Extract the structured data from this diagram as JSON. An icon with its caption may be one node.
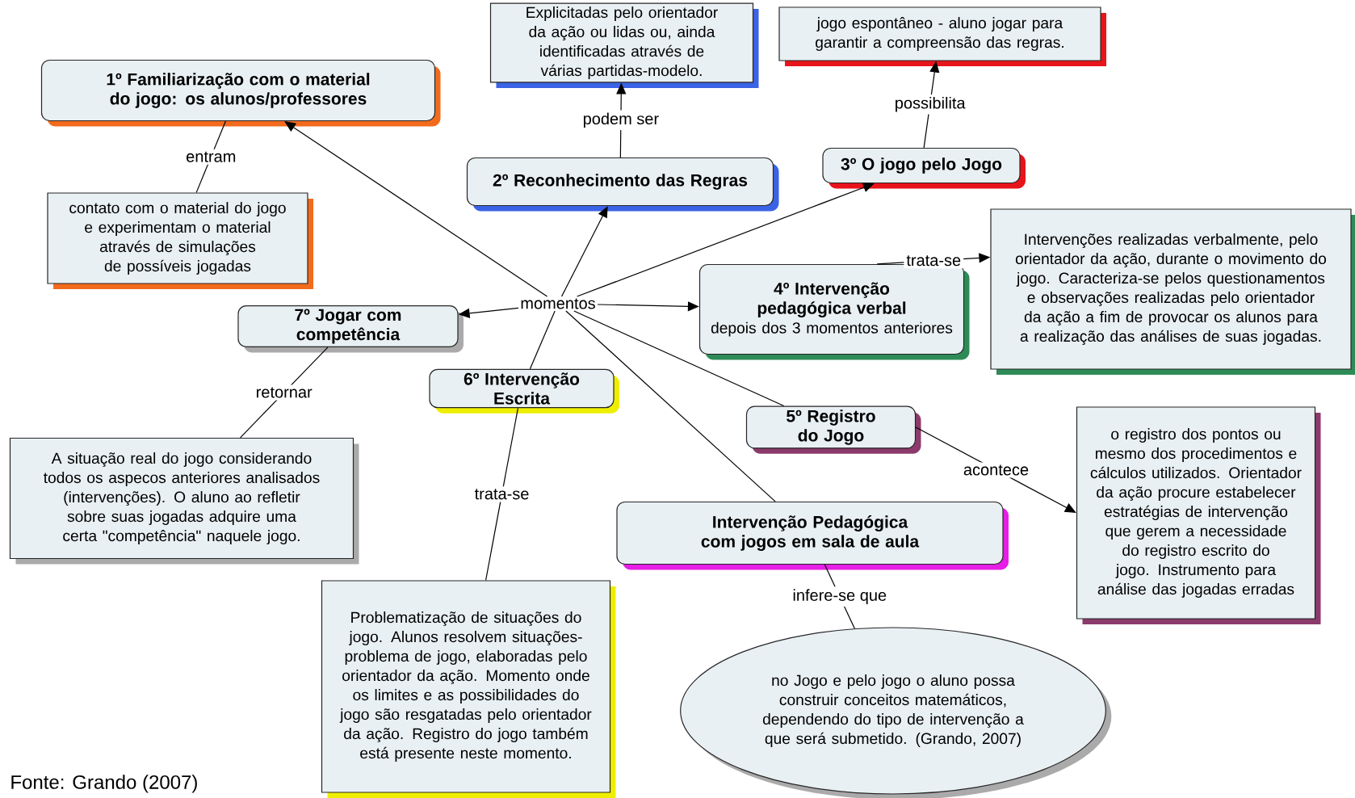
{
  "diagram": {
    "nodes": [
      {
        "text": [
          "1º Familiarização com o material do jogo: os alunos/professores"
        ]
      },
      {
        "text": [
          "contato com o material do jogo e experimentam o material através de simulações de possíveis jogadas"
        ]
      },
      {
        "text": [
          "2º Reconhecimento das Regras"
        ]
      },
      {
        "text": [
          "Explicitadas pelo orientador da ação ou lidas ou, ainda identificadas através de várias partidas-modelo."
        ]
      },
      {
        "text": [
          "3º O jogo pelo Jogo"
        ]
      },
      {
        "text": [
          "jogo espontâneo - aluno jogar para garantir a compreensão das regras."
        ]
      },
      {
        "text": [
          "momentos"
        ]
      },
      {
        "text": [
          "4º Intervenção pedagógica verbal",
          "depois dos 3 momentos anteriores"
        ]
      },
      {
        "text": [
          "Intervenções realizadas verbalmente, pelo orientador da ação, durante o movimento do jogo. Caracteriza-se pelos questionamentos e observações realizadas pelo orientador da ação a fim de provocar os alunos para a realização das análises de suas jogadas."
        ]
      },
      {
        "text": [
          "7º Jogar com competência"
        ]
      },
      {
        "text": [
          "A situação real do jogo considerando todos os aspecos anteriores analisados (intervenções). O aluno ao refletir sobre suas jogadas adquire uma certa \"competência\" naquele jogo."
        ]
      },
      {
        "text": [
          "6º Intervenção Escrita"
        ]
      },
      {
        "text": [
          "Problematização de situações do jogo. Alunos resolvem situações-problema de jogo, elaboradas pelo orientador da ação. Momento onde os limites e as possibilidades do jogo são resgatadas pelo orientador da ação. Registro do jogo também está presente neste momento."
        ]
      },
      {
        "text": [
          "5º Registro do Jogo"
        ]
      },
      {
        "text": [
          "o registro dos pontos ou mesmo dos procedimentos e cálculos utilizados. Orientador da ação procure estabelecer estratégias de intervenção que gerem a necessidade do registro escrito do jogo. Instrumento para análise das jogadas erradas"
        ]
      },
      {
        "text": [
          "Intervenção Pedagógica com jogos em sala de aula"
        ]
      },
      {
        "text": [
          "no Jogo e pelo jogo o aluno possa construir conceitos matemáticos, dependendo do tipo de intervenção a que será submetido. (Grando, 2007)"
        ]
      }
    ],
    "edges": [
      {
        "from": 15,
        "to": 6,
        "arrow": "none"
      },
      {
        "from": 6,
        "to": 0,
        "arrow": "to"
      },
      {
        "from": 6,
        "to": 2,
        "arrow": "to"
      },
      {
        "from": 6,
        "to": 4,
        "arrow": "to"
      },
      {
        "from": 6,
        "to": 7,
        "arrow": "to"
      },
      {
        "from": 6,
        "to": 9,
        "arrow": "to"
      },
      {
        "from": 6,
        "to": 11,
        "arrow": "none"
      },
      {
        "from": 6,
        "to": 13,
        "arrow": "none"
      },
      {
        "from": 0,
        "to": 1,
        "arrow": "none",
        "label": "entram"
      },
      {
        "from": 2,
        "to": 3,
        "arrow": "to",
        "label": "podem ser"
      },
      {
        "from": 4,
        "to": 5,
        "arrow": "to",
        "label": "possibilita"
      },
      {
        "from": 7,
        "to": 8,
        "arrow": "to",
        "label": "trata-se"
      },
      {
        "from": 13,
        "to": 14,
        "arrow": "to",
        "label": "acontece"
      },
      {
        "from": 9,
        "to": 10,
        "arrow": "none",
        "label": "retornar"
      },
      {
        "from": 11,
        "to": 12,
        "arrow": "none",
        "label": "trata-se"
      },
      {
        "from": 15,
        "to": 16,
        "arrow": "none",
        "label": "infere-se que"
      }
    ],
    "labels": [
      "Fonte: Grando (2007)"
    ]
  }
}
